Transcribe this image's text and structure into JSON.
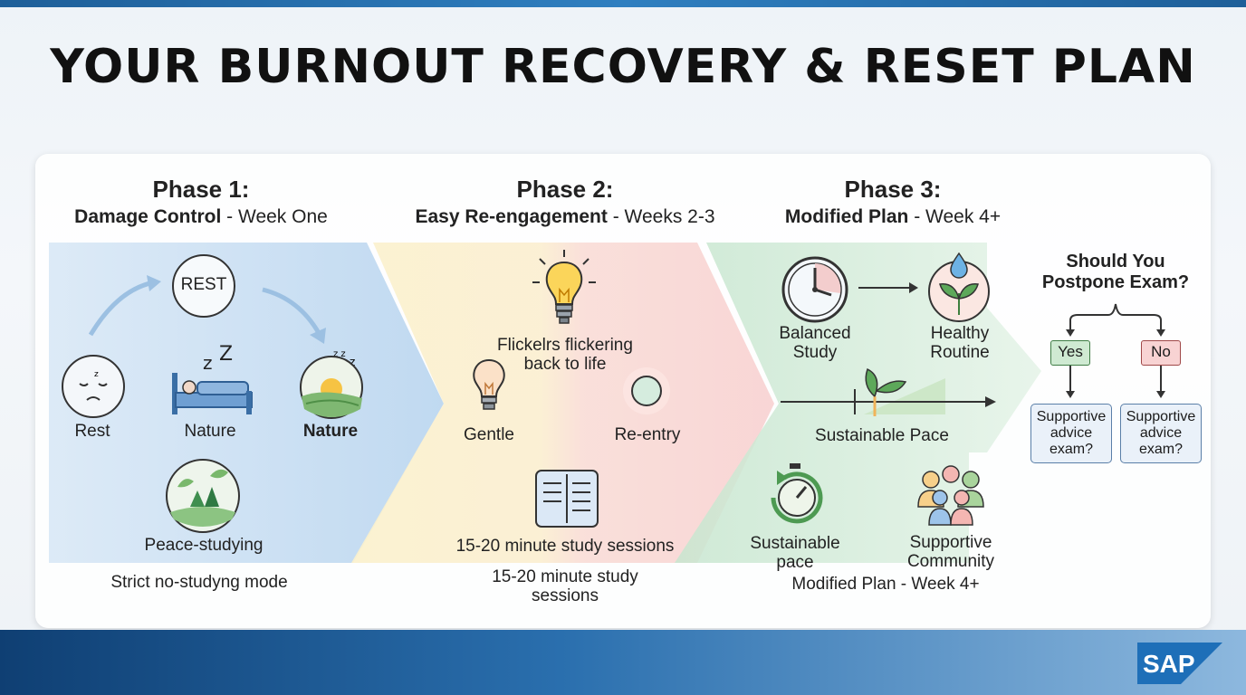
{
  "title": "YOUR BURNOUT RECOVERY & RESET PLAN",
  "phase1": {
    "heading": "Phase 1:",
    "name": "Damage Control",
    "timeframe": " - Week One",
    "rest_badge": "REST",
    "icons": [
      "Rest",
      "Nature",
      "Nature"
    ],
    "peace_label": "Peace-studying",
    "footer": "Strict no-studyng mode"
  },
  "phase2": {
    "heading": "Phase 2:",
    "name": "Easy Re-engagement",
    "timeframe": " - Weeks 2-3",
    "bulb_caption_1": "Flickelrs flickering",
    "bulb_caption_2": "back to life",
    "gentle": "Gentle",
    "reentry": "Re-entry",
    "sessions_label": "15-20 minute study sessions",
    "footer_1": "15-20 minute study",
    "footer_2": "sessions"
  },
  "phase3": {
    "heading": "Phase 3:",
    "name": "Modified Plan",
    "timeframe": " - Week 4+",
    "balanced_1": "Balanced",
    "balanced_2": "Study",
    "healthy_1": "Healthy",
    "healthy_2": "Routine",
    "sustainable_pace": "Sustainable Pace",
    "sust_1": "Sustainable",
    "sust_2": "pace",
    "community_1": "Supportive",
    "community_2": "Community",
    "footer": "Modified Plan - Week 4+"
  },
  "decision": {
    "question_1": "Should You",
    "question_2": "Postpone Exam?",
    "yes": "Yes",
    "no": "No",
    "yes_box": [
      "Supportive",
      "advice",
      "exam?"
    ],
    "no_box": [
      "Supportive",
      "advice",
      "exam?"
    ]
  },
  "logo": "SAP",
  "colors": {
    "phase1_band": "#bcd6ee",
    "phase2_yellow": "#fbefc4",
    "phase2_pink": "#f9d6d6",
    "phase3_band": "#cfe9d5",
    "yes_fill": "#cfead2",
    "no_fill": "#f8d3d3",
    "brand": "#1e6fb8"
  }
}
